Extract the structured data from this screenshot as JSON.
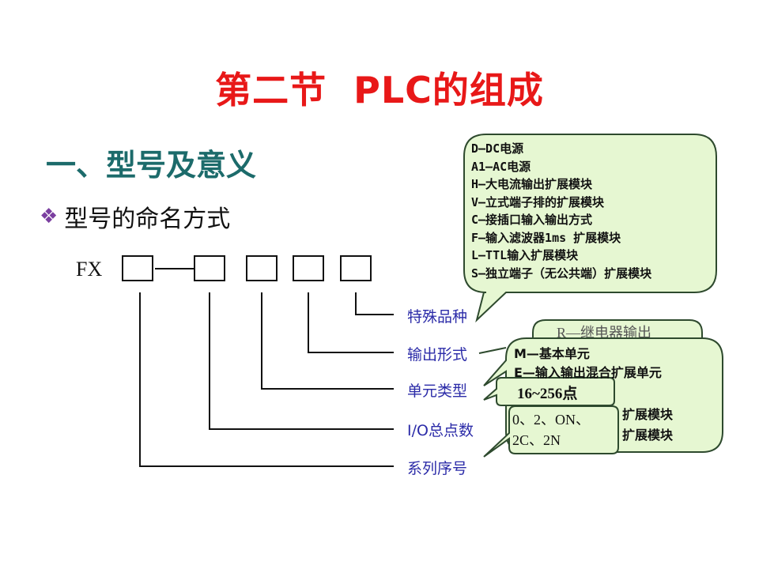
{
  "title": "第二节  PLC的组成",
  "section_heading": "一、型号及意义",
  "bullet": {
    "icon": "diamond-bullet-icon",
    "text": "型号的命名方式"
  },
  "model": {
    "prefix": "FX"
  },
  "field_labels": {
    "special": "特殊品种",
    "output": "输出形式",
    "unit": "单元类型",
    "io": "I/O总点数",
    "series": "系列序号"
  },
  "callouts": {
    "special_items": [
      "D—DC电源",
      "A1—AC电源",
      "H—大电流输出扩展模块",
      "V—立式端子排的扩展模块",
      "C—接插口输入输出方式",
      "F—输入滤波器1ms 扩展模块",
      "L—TTL输入扩展模块",
      "S—独立端子（无公共端）扩展模块"
    ],
    "output_partial": "R—继电器输出",
    "unit_items": [
      "M—基本单元",
      "E—输入输出混合扩展单元"
    ],
    "unit_suffix_1": "扩展模块",
    "unit_suffix_2": "扩展模块",
    "io_value": "16~256点",
    "series_line1": "0、2、ON、",
    "series_line2": "2C、2N"
  },
  "colors": {
    "title": "#e81818",
    "heading": "#1c6b6b",
    "label": "#2b2ba8",
    "callout_fill": "#e6f7d2",
    "callout_stroke": "#2e4a2e"
  }
}
